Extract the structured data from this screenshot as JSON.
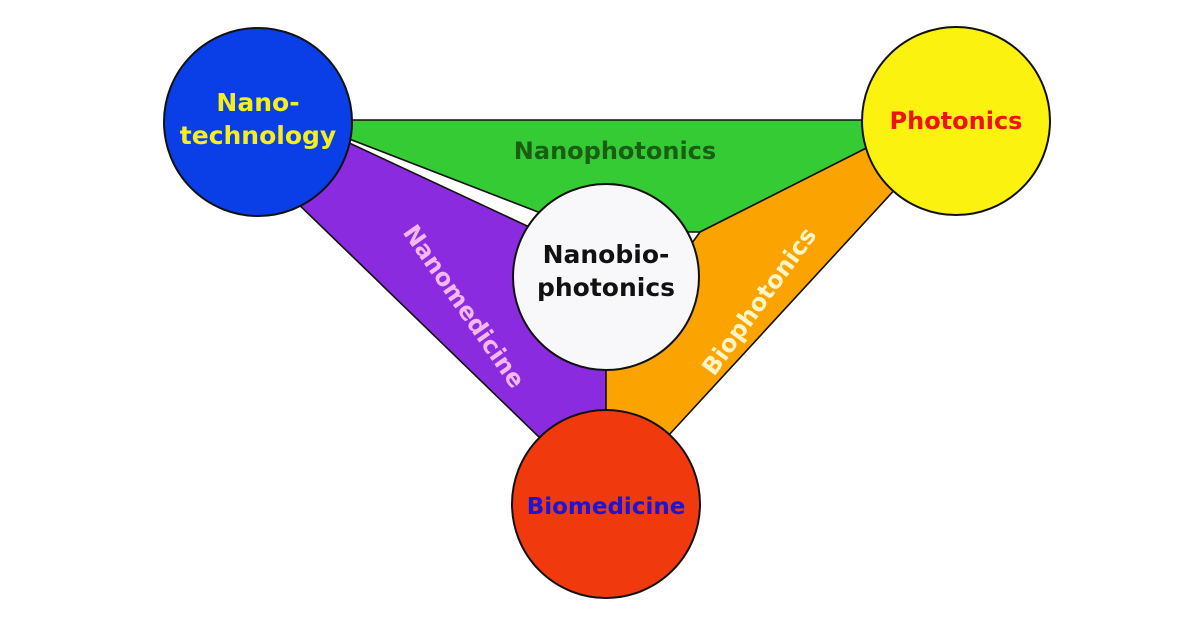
{
  "diagram": {
    "center": {
      "line1": "Nanobio-",
      "line2": "photonics",
      "fill": "#f8f8fb",
      "text_color": "#111111"
    },
    "nodes": {
      "nanotechnology": {
        "line1": "Nano-",
        "line2": "technology",
        "fill": "#0a3ee6",
        "text_color": "#f5ef1e"
      },
      "photonics": {
        "label": "Photonics",
        "fill": "#fbf20f",
        "text_color": "#ee1212"
      },
      "biomedicine": {
        "label": "Biomedicine",
        "fill": "#f0390d",
        "text_color": "#1a16d8"
      }
    },
    "links": {
      "nanophotonics": {
        "label": "Nanophotonics",
        "fill": "#35cb34",
        "text_color": "#1a5e14"
      },
      "nanomedicine": {
        "label": "Nanomedicine",
        "fill": "#8a2be0",
        "text_color": "#f2b8f2"
      },
      "biophotonics": {
        "label": "Biophotonics",
        "fill": "#fba300",
        "text_color": "#fff6c8"
      }
    },
    "outline_color": "#111111"
  }
}
